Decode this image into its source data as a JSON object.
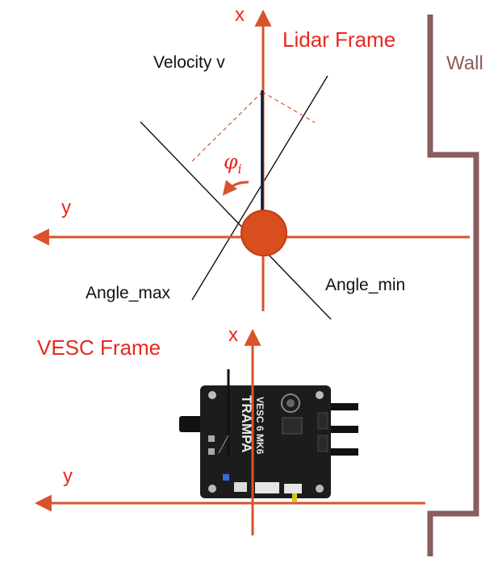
{
  "colors": {
    "axis": "#d9532a",
    "label_red": "#e8281e",
    "wall": "#8a5c5c",
    "black": "#111111",
    "velocity_blue": "#2a3d8f",
    "board": "#1c1c1c"
  },
  "lidar": {
    "frame_label": "Lidar Frame",
    "x_axis_label": "x",
    "y_axis_label": "y",
    "velocity_label": "Velocity v",
    "angle_symbol": "φ",
    "angle_subscript": "i",
    "angle_max_label": "Angle_max",
    "angle_min_label": "Angle_min"
  },
  "vesc": {
    "frame_label": "VESC Frame",
    "x_axis_label": "x",
    "y_axis_label": "y",
    "board_brand_text": "TRAMPA",
    "board_model_text": "VESC 6 MK6"
  },
  "wall": {
    "label": "Wall"
  }
}
